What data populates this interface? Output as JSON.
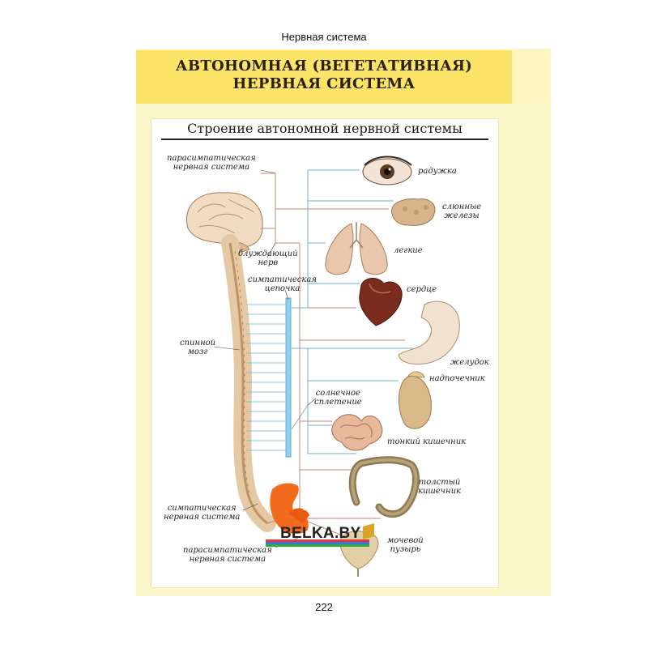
{
  "header": {
    "section": "Нервная система"
  },
  "title": {
    "line1": "АВТОНОМНАЯ (ВЕГЕТАТИВНАЯ)",
    "line2": "НЕРВНАЯ СИСТЕМА"
  },
  "figure": {
    "heading": "Строение автономной нервной системы",
    "labels": {
      "parasympathetic_top": [
        "парасимпатическая",
        "нервная система"
      ],
      "vagus": [
        "блуждающий",
        "нерв"
      ],
      "sympathetic_chain": [
        "симпатическая",
        "цепочка"
      ],
      "spinal_cord": [
        "спинной",
        "мозг"
      ],
      "solar_plexus": [
        "солнечное",
        "сплетение"
      ],
      "sympathetic_bottom": [
        "симпатическая",
        "нервная система"
      ],
      "parasympathetic_bottom": [
        "парасимпатическая",
        "нервная система"
      ]
    },
    "organs": {
      "iris": "радужка",
      "salivary": [
        "слюнные",
        "железы"
      ],
      "lungs": "легкие",
      "heart": "сердце",
      "stomach": "желудок",
      "adrenal": "надпочечник",
      "small_intestine": "тонкий кишечник",
      "large_intestine": [
        "толстый",
        "кишечник"
      ],
      "bladder": [
        "мочевой",
        "пузырь"
      ]
    },
    "colors": {
      "parasympathetic": "#c7867a",
      "sympathetic": "#6fb2d2",
      "band": "#fbe468",
      "page": "#fdf7cc"
    }
  },
  "watermark": {
    "text": "BELKA.BY",
    "icon": "squirrel-icon"
  },
  "footer": {
    "page_number": "222"
  }
}
